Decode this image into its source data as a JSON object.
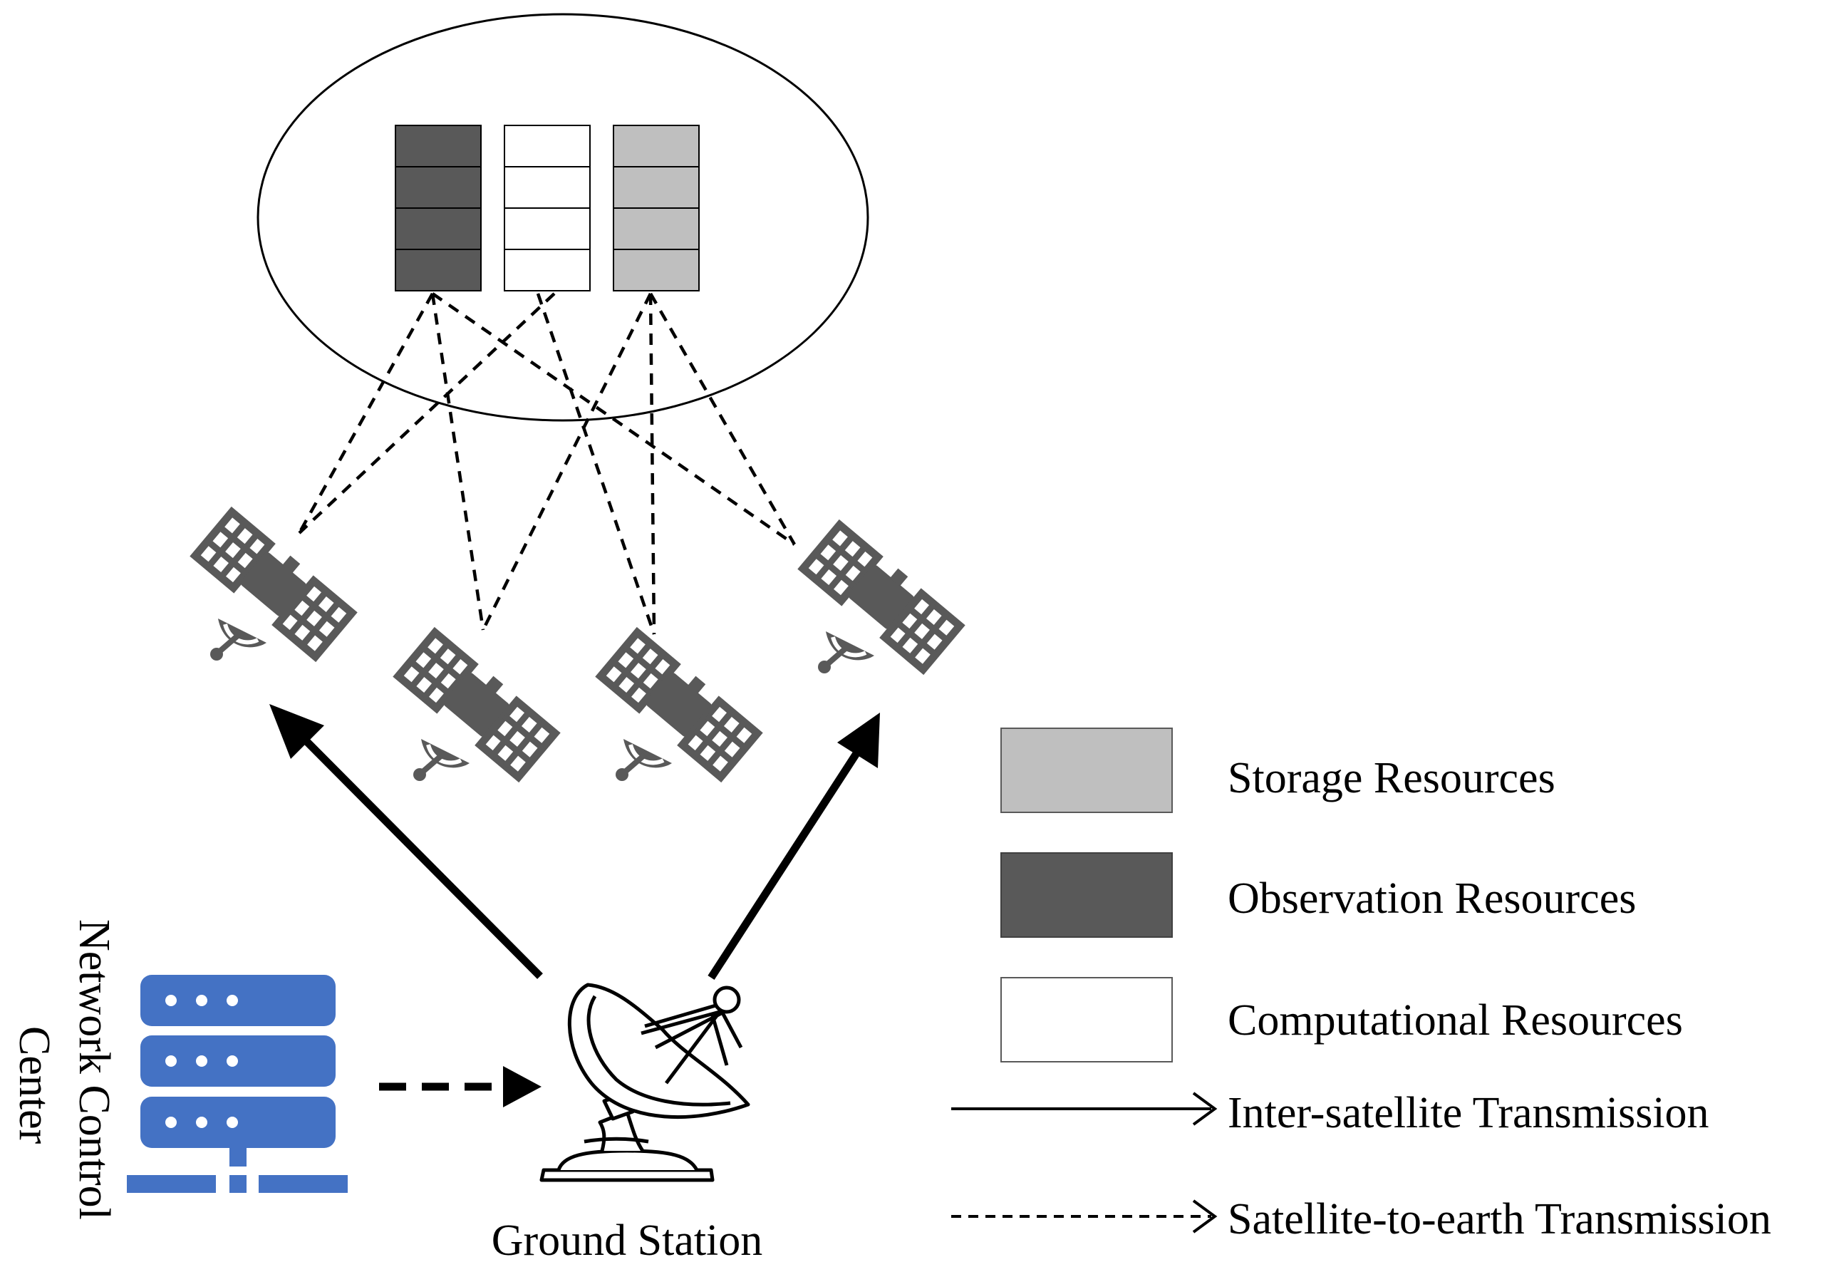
{
  "legend": {
    "storage": {
      "label": "Storage Resources",
      "color": "#bfbfbf"
    },
    "observation": {
      "label": "Observation Resources",
      "color": "#595959"
    },
    "computational": {
      "label": "Computational Resources",
      "color": "#ffffff"
    },
    "inter_satellite": {
      "label": "Inter-satellite Transmission"
    },
    "satellite_to_earth": {
      "label": "Satellite-to-earth Transmission"
    }
  },
  "nodes": {
    "network_control_center": {
      "label_line1": "Network Control",
      "label_line2": "Center",
      "color": "#4472c4"
    },
    "ground_station": {
      "label": "Ground Station"
    },
    "satellite_color": "#595959"
  }
}
